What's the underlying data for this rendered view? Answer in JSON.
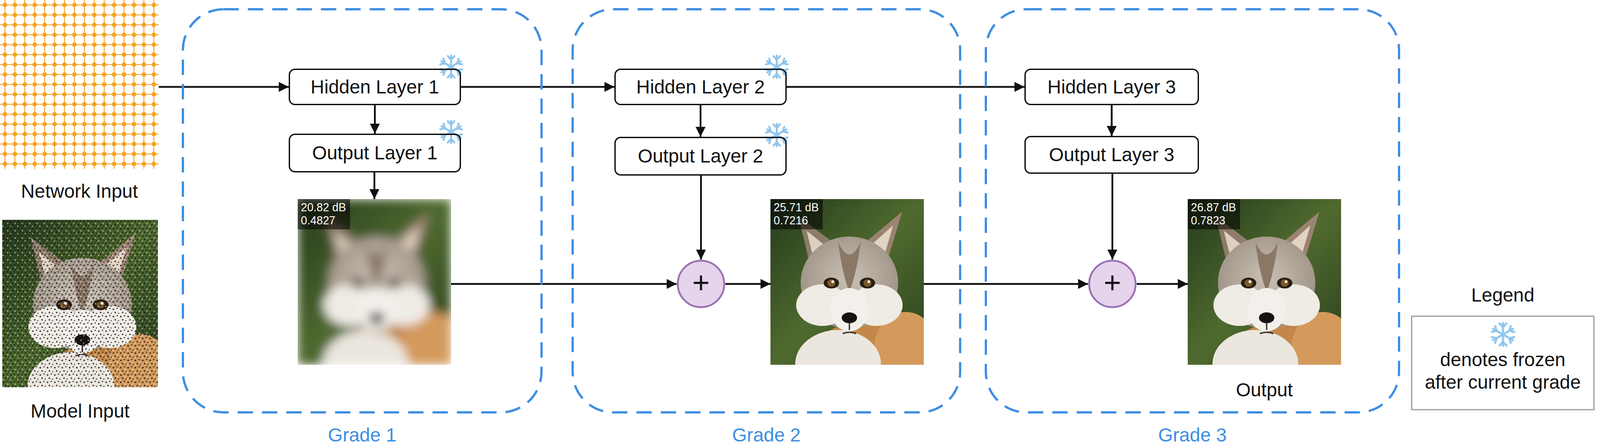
{
  "diagram": {
    "nodes": [
      {
        "text": [
          "Network Input"
        ]
      },
      {
        "text": [
          "Model Input"
        ]
      },
      {
        "text": [
          "Grade 1"
        ]
      },
      {
        "text": [
          "Hidden Layer 1"
        ],
        "in": 2
      },
      {
        "text": [
          "Output Layer 1"
        ],
        "in": 2
      },
      {
        "text": [
          "20.82 dB",
          "0.4827"
        ],
        "in": 2
      },
      {
        "text": [
          "Grade 2"
        ]
      },
      {
        "text": [
          "Hidden Layer 2"
        ],
        "in": 6
      },
      {
        "text": [
          "Output Layer 2"
        ],
        "in": 6
      },
      {
        "text": [
          "+"
        ],
        "in": 6
      },
      {
        "text": [
          "25.71 dB",
          "0.7216"
        ],
        "in": 6
      },
      {
        "text": [
          "Grade 3"
        ]
      },
      {
        "text": [
          "Hidden Layer 3"
        ],
        "in": 11
      },
      {
        "text": [
          "Output Layer 3"
        ],
        "in": 11
      },
      {
        "text": [
          "+"
        ],
        "in": 11
      },
      {
        "text": [
          "26.87 dB",
          "0.7823",
          "Output"
        ],
        "in": 11
      }
    ],
    "edges": [
      {
        "from": 0,
        "to": 3,
        "arrow": "to"
      },
      {
        "from": 3,
        "to": 4,
        "arrow": "to"
      },
      {
        "from": 4,
        "to": 5,
        "arrow": "to"
      },
      {
        "from": 3,
        "to": 7,
        "arrow": "to"
      },
      {
        "from": 7,
        "to": 8,
        "arrow": "to"
      },
      {
        "from": 8,
        "to": 9,
        "arrow": "to"
      },
      {
        "from": 5,
        "to": 9,
        "arrow": "to"
      },
      {
        "from": 9,
        "to": 10,
        "arrow": "to"
      },
      {
        "from": 7,
        "to": 12,
        "arrow": "to"
      },
      {
        "from": 12,
        "to": 13,
        "arrow": "to"
      },
      {
        "from": 13,
        "to": 14,
        "arrow": "to"
      },
      {
        "from": 10,
        "to": 14,
        "arrow": "to"
      },
      {
        "from": 14,
        "to": 15,
        "arrow": "to"
      }
    ],
    "labels": [
      "Legend"
    ],
    "legend": [
      {
        "text": "denotes frozen after current grade"
      }
    ]
  }
}
